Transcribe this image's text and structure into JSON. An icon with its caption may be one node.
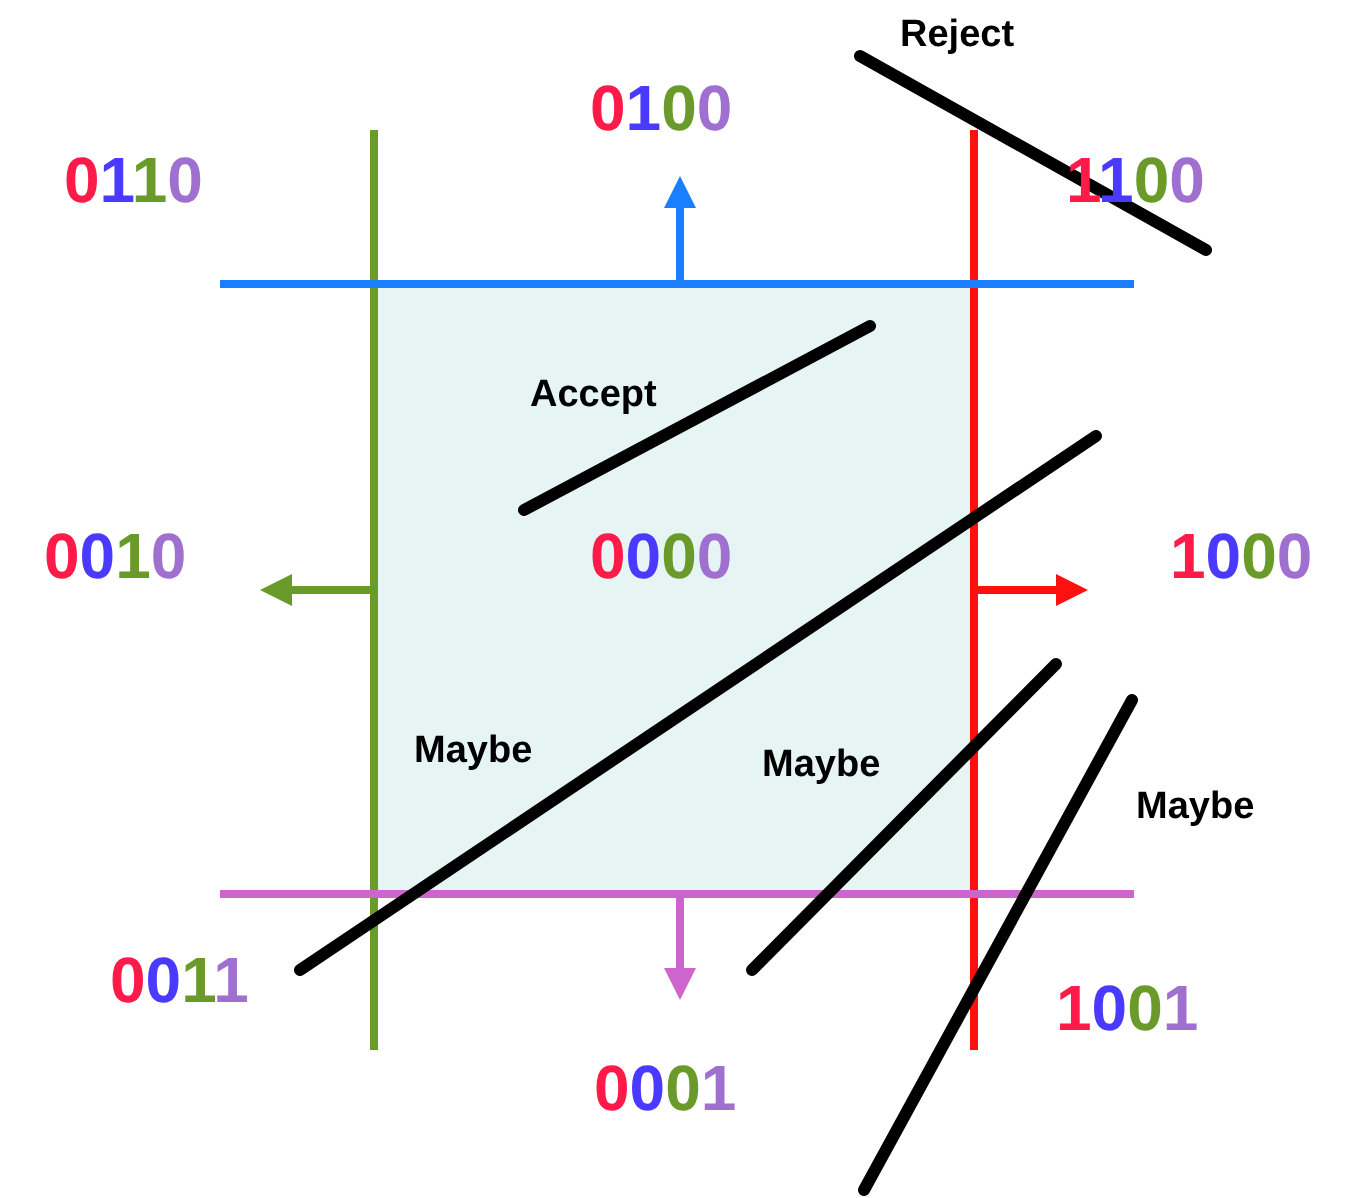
{
  "diagram": {
    "labels": [
      "Reject",
      "0100",
      "0110",
      "1100",
      "Accept",
      "0010",
      "0000",
      "1000",
      "Maybe",
      "Maybe",
      "Maybe",
      "0011",
      "1001",
      "0001"
    ]
  }
}
